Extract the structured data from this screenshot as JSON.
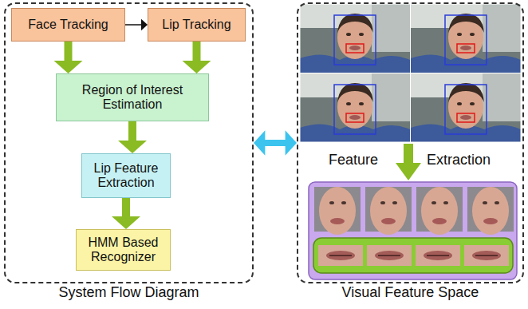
{
  "diagram": {
    "nodes": [
      {
        "text": [
          "System Flow Diagram"
        ]
      },
      {
        "text": [
          "Face Tracking"
        ],
        "in": 0
      },
      {
        "text": [
          "Lip Tracking"
        ],
        "in": 0
      },
      {
        "text": [
          "Region of Interest Estimation"
        ],
        "in": 0
      },
      {
        "text": [
          "Lip Feature Extraction"
        ],
        "in": 0
      },
      {
        "text": [
          "HMM Based Recognizer"
        ],
        "in": 0
      },
      {
        "text": [
          "Visual Feature Space"
        ]
      }
    ],
    "edges": [
      {
        "from": 1,
        "to": 2,
        "arrow": "to"
      },
      {
        "from": 1,
        "to": 3,
        "arrow": "to"
      },
      {
        "from": 2,
        "to": 3,
        "arrow": "to"
      },
      {
        "from": 3,
        "to": 4,
        "arrow": "to"
      },
      {
        "from": 4,
        "to": 5,
        "arrow": "to"
      },
      {
        "from": 0,
        "to": 6,
        "arrow": "both"
      }
    ],
    "labels": [
      "Feature",
      "Extraction"
    ]
  }
}
